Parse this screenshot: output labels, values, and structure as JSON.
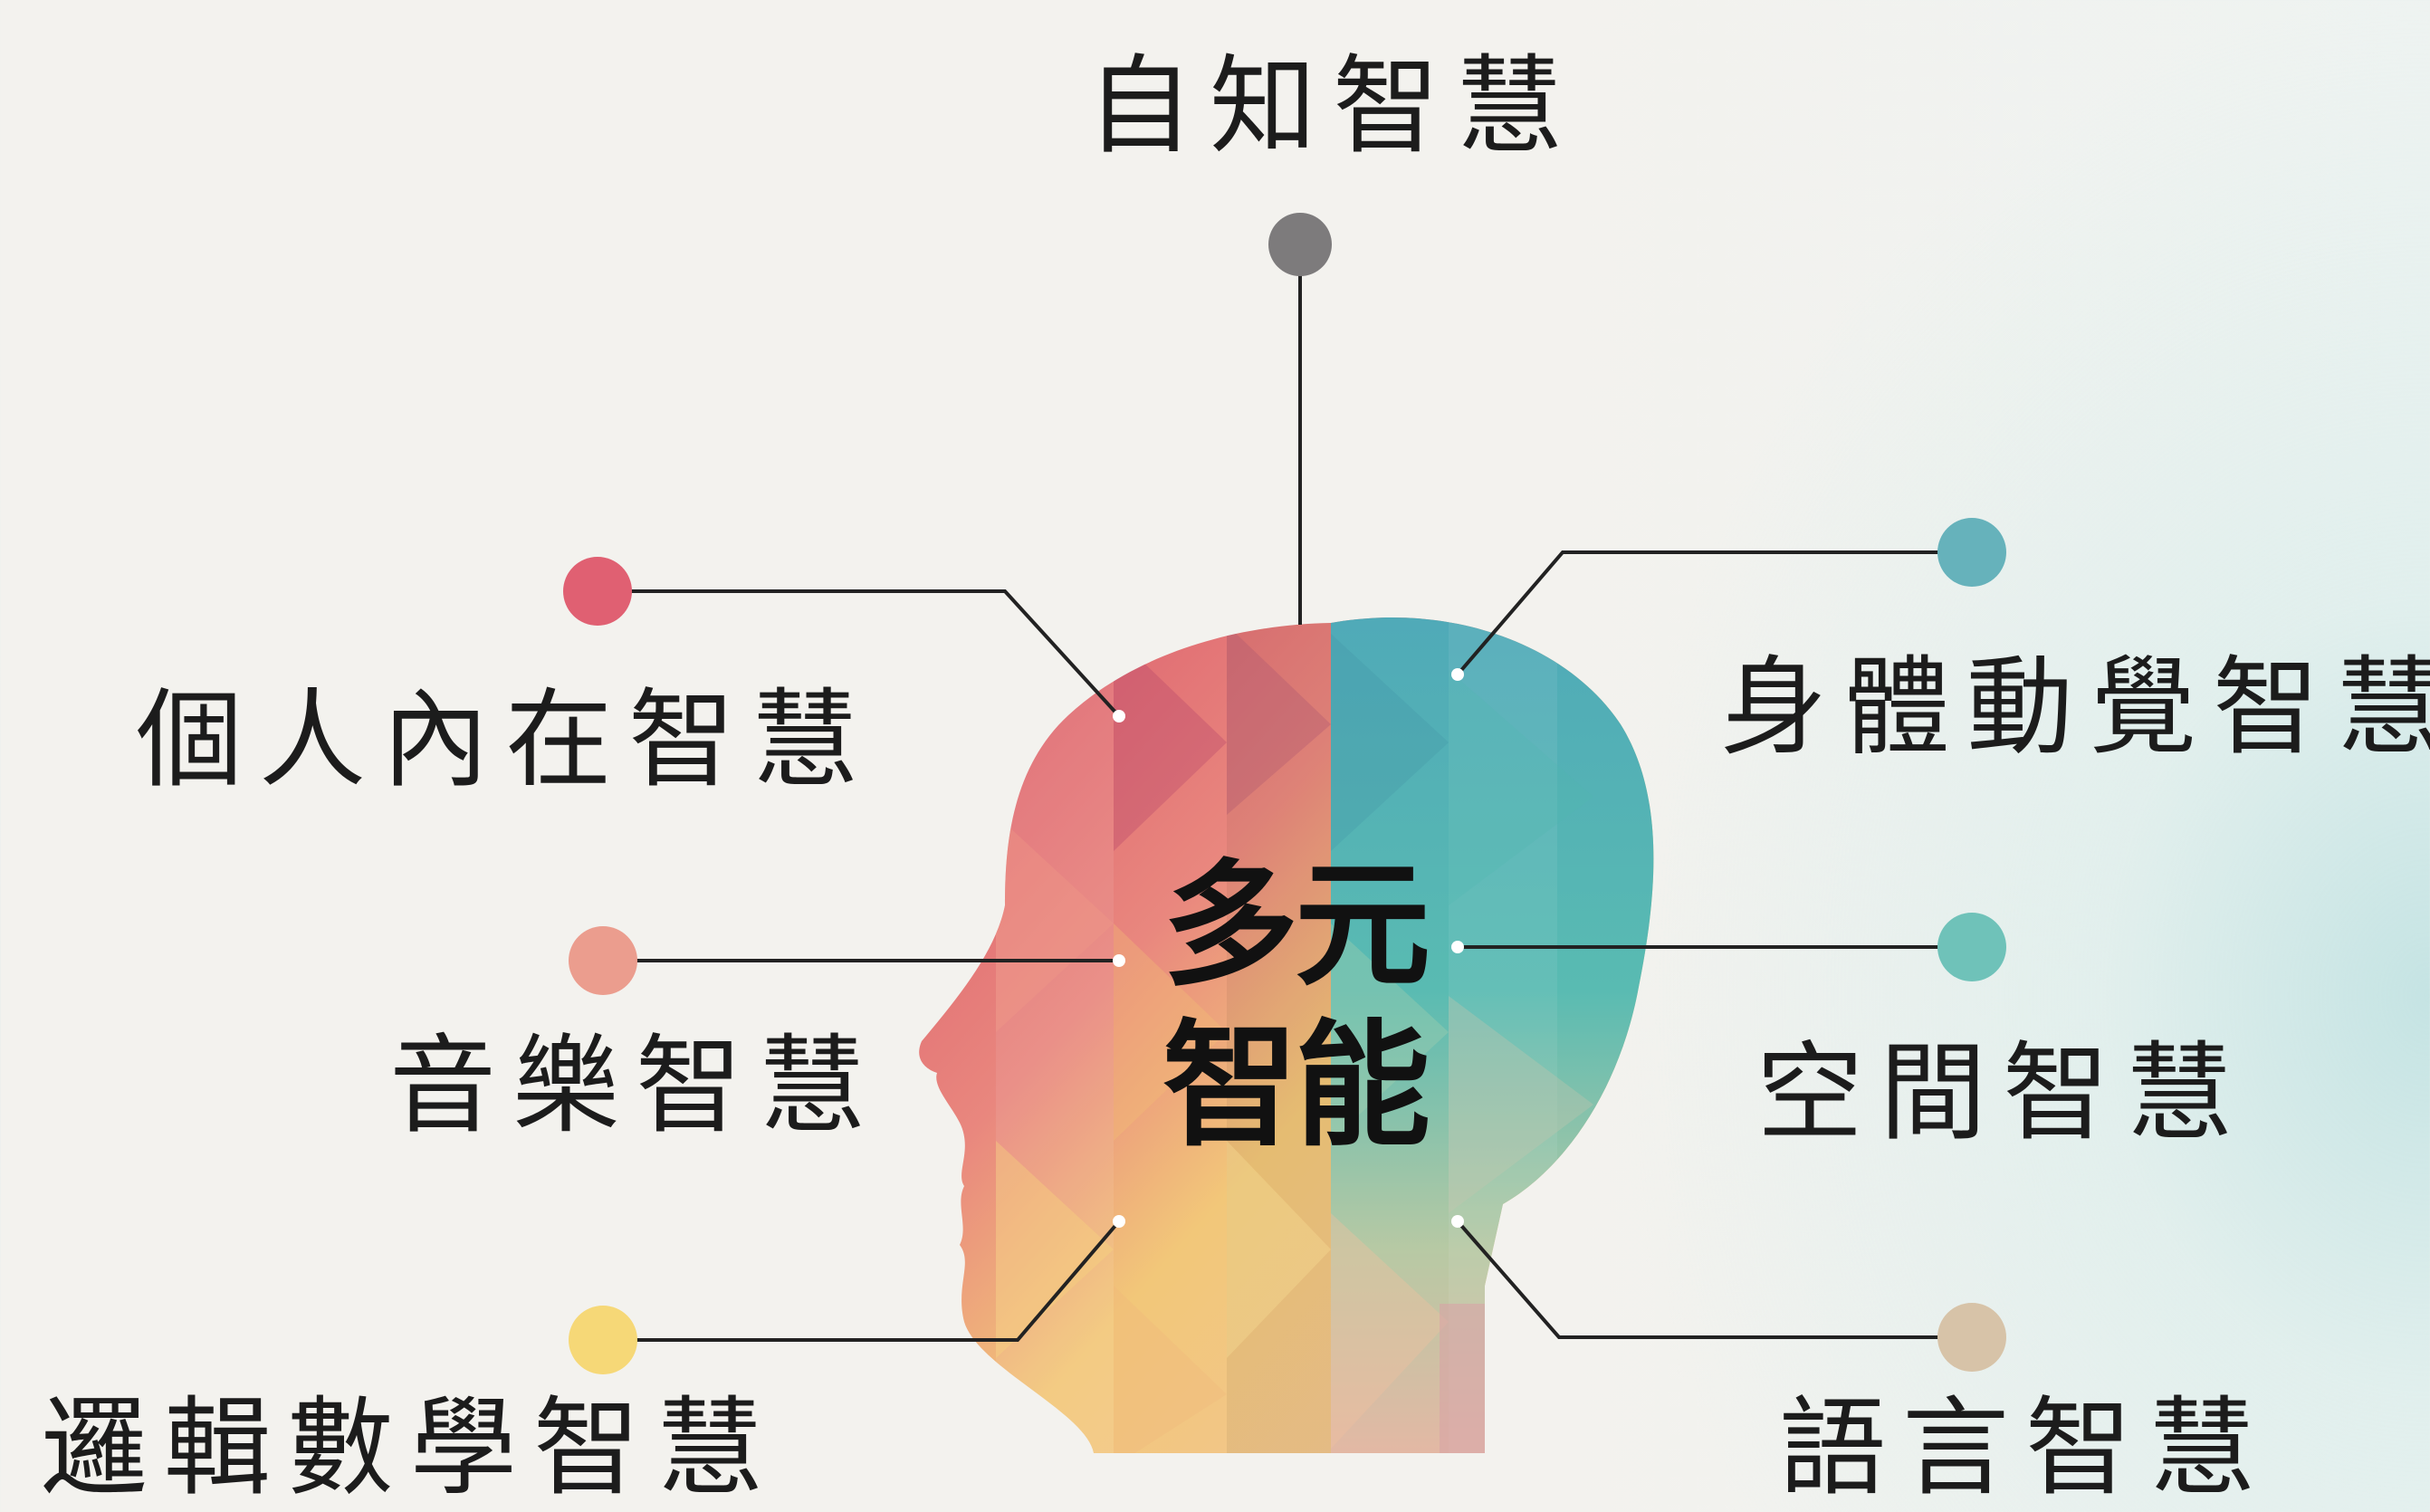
{
  "center": {
    "line1": "多元",
    "line2": "智能"
  },
  "intelligences": {
    "intrapersonal_top": "自知智慧",
    "interpersonal": "個人內在智慧",
    "bodily_kinesthetic": "身體動覺智慧",
    "musical": "音樂智慧",
    "spatial": "空間智慧",
    "logical_mathematical": "邏輯數學智慧",
    "linguistic": "語言智慧"
  },
  "colors": {
    "intrapersonal_top": "#7d7b7c",
    "interpersonal": "#e06072",
    "bodily_kinesthetic": "#66b2bb",
    "musical": "#eb9d8e",
    "spatial": "#6fc2b9",
    "logical_mathematical": "#f6d877",
    "linguistic": "#d7c3a8",
    "connector": "#222222"
  }
}
